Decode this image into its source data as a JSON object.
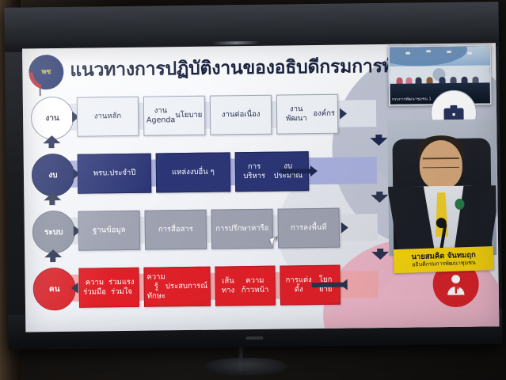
{
  "scene": {
    "device": "wall-mounted-television",
    "content_type": "presentation-slide"
  },
  "slide": {
    "title": "แนวทางการปฏิบัติงานของอธิบดีกรมการพั",
    "logo_text": "พช",
    "inset": {
      "label": "กรมการพัฒนาชุมชน 1"
    },
    "speaker": {
      "name": "นายสมคิด จันทมฤก",
      "position": "อธิบดีกรมการพัฒนาชุมชน"
    },
    "rows": [
      {
        "key": "งาน",
        "icon": "briefcase-icon",
        "circle_bg": "#ffffff",
        "circle_border": "#8b93a8",
        "circle_text": "#2c3450",
        "box_bg": "#eef1f6",
        "box_border": "#9aa2b6",
        "box_text": "#2b3350",
        "band": "#dfe3ec",
        "arrow": "#2a3352",
        "icon_bg": "#ffffff",
        "icon_color": "#27345c",
        "direction": "right",
        "items": [
          "งานหลัก",
          "งาน Agenda\nนโยบาย",
          "งานต่อเนื่อง",
          "งานพัฒนา\nองค์กร"
        ]
      },
      {
        "key": "งบ",
        "icon": "coins-icon",
        "circle_bg": "#252f6b",
        "circle_border": "#1b2452",
        "circle_text": "#ffffff",
        "box_bg": "#2c3676",
        "box_border": "#1d2657",
        "box_text": "#ffffff",
        "band": "#aab0de",
        "arrow": "#1e2750",
        "icon_bg": "#212c68",
        "icon_color": "#ffffff",
        "direction": "right",
        "items": [
          "พรบ.ประจำปี",
          "แหล่งงบอื่น ๆ",
          "การบริหาร\nงบประมาณ"
        ]
      },
      {
        "key": "ระบบ",
        "icon": "gears-icon",
        "circle_bg": "#8e93a4",
        "circle_border": "#767b8c",
        "circle_text": "#ffffff",
        "box_bg": "#9ea2b1",
        "box_border": "#83879a",
        "box_text": "#ffffff",
        "band": "#dcdee6",
        "arrow": "#2e3550",
        "icon_bg": "#9a9fb0",
        "icon_color": "#ffffff",
        "direction": "right",
        "items": [
          "ฐานข้อมูล",
          "การสื่อสาร",
          "การปรึกษา\nหารือ",
          "การลงพื้นที่"
        ]
      },
      {
        "key": "คน",
        "icon": "person-icon",
        "circle_bg": "#d8232a",
        "circle_border": "#b51c23",
        "circle_text": "#ffffff",
        "box_bg": "#e02028",
        "box_border": "#b5191f",
        "box_text": "#ffffff",
        "band": "#f0a9ad",
        "arrow": "#2b3350",
        "icon_bg": "#d8232a",
        "icon_color": "#ffffff",
        "direction": "left",
        "items": [
          "ความร่วมมือ\nร่วมแรงร่วมใจ",
          "ความรู้ทักษะ\nประสบการณ์",
          "เส้นทาง\nความก้าวหน้า",
          "การแต่งตั้ง\nโยกย้าย"
        ]
      }
    ]
  }
}
